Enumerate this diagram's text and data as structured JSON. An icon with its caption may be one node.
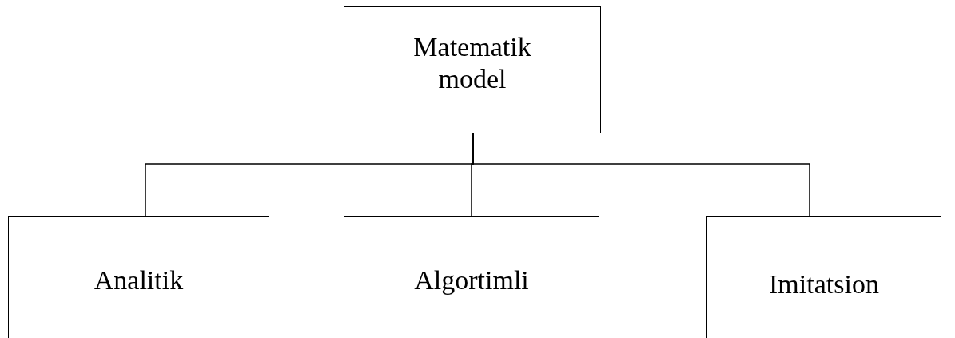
{
  "diagram": {
    "nodes": [
      {
        "text": [
          "Matematik model"
        ]
      },
      {
        "text": [
          "Analitik"
        ]
      },
      {
        "text": [
          "Algortimli"
        ]
      },
      {
        "text": [
          "Imitatsion"
        ]
      }
    ],
    "edges": [
      {
        "from": 0,
        "to": 1,
        "arrow": "none"
      },
      {
        "from": 0,
        "to": 2,
        "arrow": "none"
      },
      {
        "from": 0,
        "to": 3,
        "arrow": "none"
      }
    ]
  }
}
